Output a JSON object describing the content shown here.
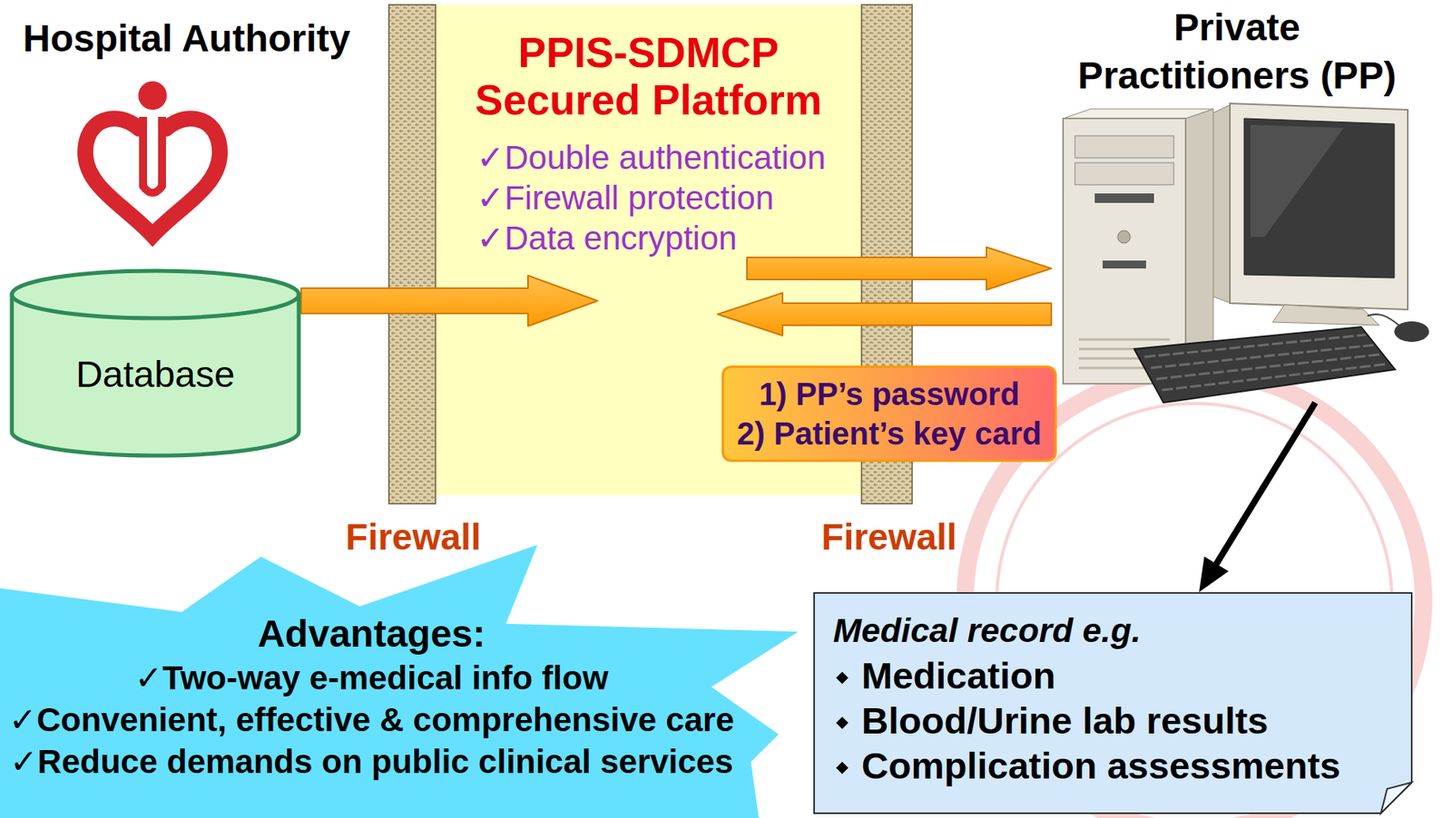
{
  "diagram": {
    "nodes": [
      {
        "text": [
          "Database"
        ]
      },
      {
        "text": [
          "PPIS-SDMCP Secured Platform",
          "✓Double authentication",
          "✓Firewall protection",
          "✓Data encryption"
        ]
      },
      {
        "text": [
          "1) PP’s password",
          "2) Patient’s key card"
        ]
      },
      {
        "text": [
          "Private Practitioners (PP)"
        ]
      },
      {
        "text": [
          "Medical record e.g.",
          "Medication",
          "Blood/Urine lab results",
          "Complication assessments"
        ]
      },
      {
        "text": [
          "Advantages:",
          "✓Two-way e-medical info flow",
          "✓Convenient, effective & comprehensive care",
          "✓Reduce demands on public clinical services"
        ]
      }
    ],
    "edges": [
      {
        "from": 0,
        "to": 1,
        "arrow": "to"
      },
      {
        "from": 1,
        "to": 3,
        "arrow": "to"
      },
      {
        "from": 3,
        "to": 1,
        "arrow": "to"
      },
      {
        "from": 3,
        "to": 4,
        "arrow": "to"
      }
    ],
    "labels": [
      "Hospital Authority",
      "Firewall",
      "Firewall"
    ]
  }
}
